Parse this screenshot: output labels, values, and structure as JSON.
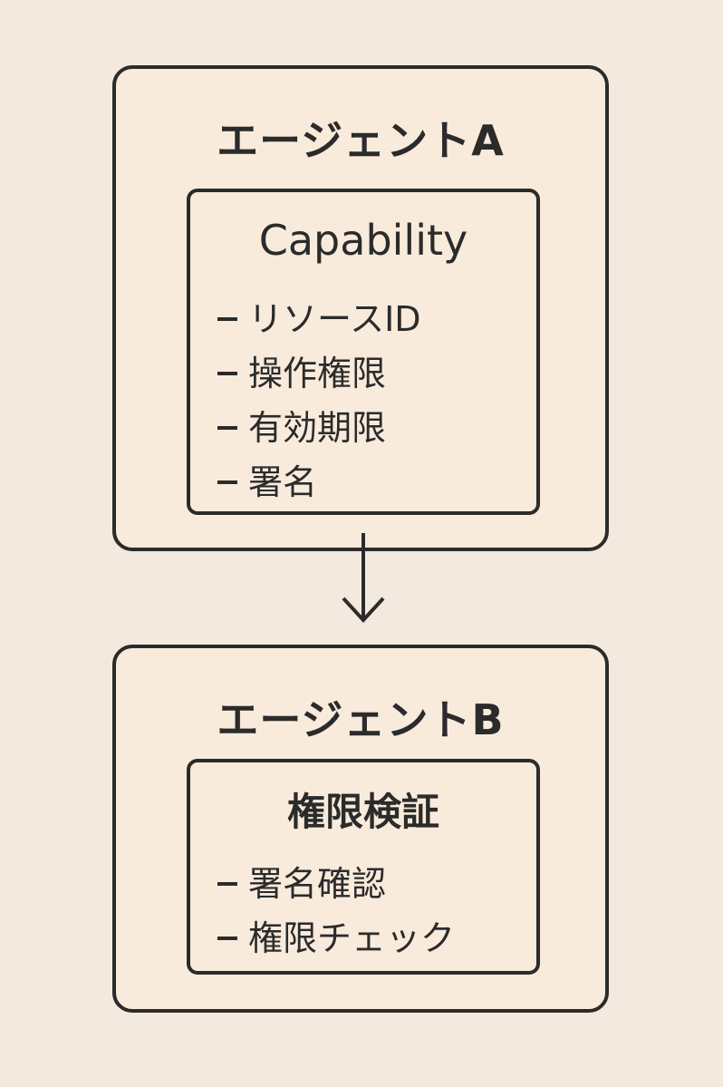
{
  "agent_a": {
    "title": "エージェントA",
    "capability": {
      "title": "Capability",
      "items": [
        "リソースID",
        "操作権限",
        "有効期限",
        "署名"
      ]
    }
  },
  "flow": {
    "icon": "down-arrow-icon"
  },
  "agent_b": {
    "title": "エージェントB",
    "verification": {
      "title": "権限検証",
      "items": [
        "署名確認",
        "権限チェック"
      ]
    }
  },
  "colors": {
    "background": "#f3e9de",
    "box_fill": "#f9ebdc",
    "stroke": "#2b2b2b"
  }
}
